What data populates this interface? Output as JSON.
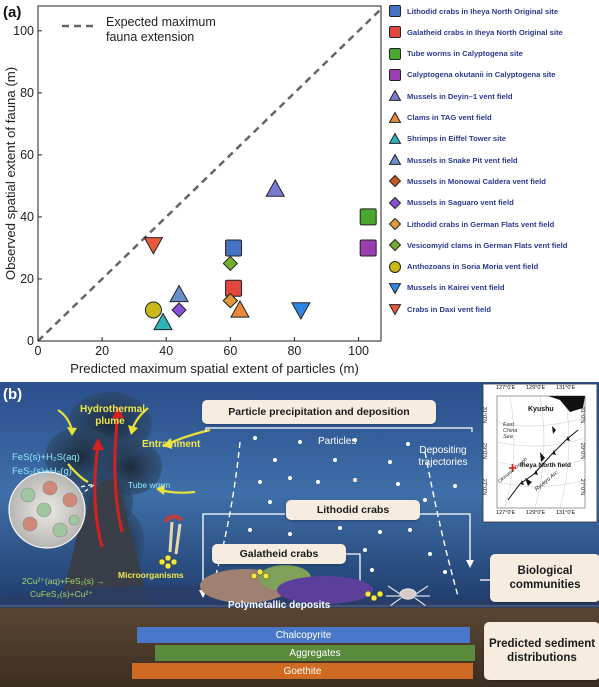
{
  "panel_a_label": "(a)",
  "panel_b_label": "(b)",
  "colors": {
    "lithodid_iheya": "#4472c4",
    "galatheid_iheya": "#e2463c",
    "tube_worms": "#4aa72d",
    "calyptogena": "#9b3eb0",
    "mussels_deyin": "#7a7ad0",
    "clams_tag": "#e8893a",
    "shrimps_eiffel": "#2bb3b5",
    "mussels_snake": "#6a8cc8",
    "mussels_monowai": "#c25b22",
    "mussels_saguaro": "#8a4fd8",
    "lithodid_german": "#e09a3a",
    "vesicomyid": "#72ad2e",
    "anthozoans": "#c8b818",
    "mussels_kairei": "#2f86e6",
    "crabs_daxi": "#e85a3a",
    "legend_text": "#2a3990",
    "dashed_line": "#666666"
  },
  "chart_data": {
    "type": "scatter",
    "xlabel": "Predicted maximum spatial extent of particles (m)",
    "ylabel": "Observed spatial extent of fauna (m)",
    "xlim": [
      0,
      107
    ],
    "ylim": [
      0,
      108
    ],
    "xticks": [
      0,
      20,
      40,
      60,
      80,
      100
    ],
    "yticks": [
      0,
      20,
      40,
      60,
      80,
      100
    ],
    "grid": false,
    "legend_position": "right",
    "reference_line": {
      "label": "Expected maximum fauna extension",
      "style": "dashed",
      "x": [
        0,
        107
      ],
      "y": [
        0,
        107
      ]
    },
    "series": [
      {
        "name": "Lithodid crabs in Iheya North Original site",
        "marker": "square",
        "color_key": "lithodid_iheya",
        "points": [
          [
            61,
            30
          ]
        ]
      },
      {
        "name": "Galatheid crabs in Iheya North Original site",
        "marker": "square",
        "color_key": "galatheid_iheya",
        "points": [
          [
            61,
            17
          ]
        ]
      },
      {
        "name": "Tube worms in Calyptogena site",
        "marker": "square",
        "color_key": "tube_worms",
        "points": [
          [
            103,
            40
          ]
        ]
      },
      {
        "name": "Calyptogena okutanii in Calyptogena site",
        "marker": "square",
        "color_key": "calyptogena",
        "points": [
          [
            103,
            30
          ]
        ]
      },
      {
        "name": "Mussels in Deyin–1 vent field",
        "marker": "triangle-up",
        "color_key": "mussels_deyin",
        "points": [
          [
            74,
            49
          ]
        ]
      },
      {
        "name": "Clams in TAG vent field",
        "marker": "triangle-up",
        "color_key": "clams_tag",
        "points": [
          [
            63,
            10
          ]
        ]
      },
      {
        "name": "Shrimps in Eiffel Tower site",
        "marker": "triangle-up",
        "color_key": "shrimps_eiffel",
        "points": [
          [
            39,
            6
          ]
        ]
      },
      {
        "name": "Mussels in Snake Pit vent field",
        "marker": "triangle-up",
        "color_key": "mussels_snake",
        "points": [
          [
            44,
            15
          ]
        ]
      },
      {
        "name": "Mussels in Monowai Caldera vent field",
        "marker": "diamond",
        "color_key": "mussels_monowai",
        "points": [
          [
            60,
            13
          ]
        ]
      },
      {
        "name": "Mussels in Saguaro vent field",
        "marker": "diamond",
        "color_key": "mussels_saguaro",
        "points": [
          [
            44,
            10
          ]
        ]
      },
      {
        "name": "Lithodid crabs in German Flats vent field",
        "marker": "diamond",
        "color_key": "lithodid_german",
        "points": [
          [
            60,
            13
          ]
        ]
      },
      {
        "name": "Vesicomyid clams in German Flats vent field",
        "marker": "diamond",
        "color_key": "vesicomyid",
        "points": [
          [
            60,
            25
          ]
        ]
      },
      {
        "name": "Anthozoans in Soria Moria vent field",
        "marker": "circle",
        "color_key": "anthozoans",
        "points": [
          [
            36,
            10
          ]
        ]
      },
      {
        "name": "Mussels in Kairei vent field",
        "marker": "triangle-down",
        "color_key": "mussels_kairei",
        "points": [
          [
            82,
            10
          ]
        ]
      },
      {
        "name": "Crabs in Daxi vent field",
        "marker": "triangle-down",
        "color_key": "crabs_daxi",
        "points": [
          [
            36,
            31
          ]
        ]
      }
    ]
  },
  "diagram": {
    "plume_label": "Hydrothermal plume",
    "eq1": "FeS(s)+H₂S(aq)",
    "eq2": "FeS₂(s)+H₂(g)",
    "entrainment": "Entrainment",
    "tube_worm": "Tube worm",
    "microorganisms": "Microorganisms",
    "eq3": "2Cu²⁺(aq)+FeS₂(s) →",
    "eq4": "CuFeS₂(s)+Cu²⁺",
    "precipitation_box": "Particle precipitation and deposition",
    "particles": "Particles",
    "trajectories": "Depositing trajectories",
    "lithodid_box": "Lithodid crabs",
    "galatheid_box": "Galatheid crabs",
    "deposits": "Polymetallic deposits",
    "bio_box": "Biological communities",
    "sediment_box": "Predicted sediment distributions",
    "bars": [
      {
        "label": "Chalcopyrite",
        "color": "#4a78c8"
      },
      {
        "label": "Aggregates",
        "color": "#5a8a3c"
      },
      {
        "label": "Goethite",
        "color": "#cf6a22"
      }
    ]
  },
  "map": {
    "top_ticks": [
      "127°0'E",
      "129°0'E",
      "131°0'E"
    ],
    "bottom_ticks": [
      "127°0'E",
      "129°0'E",
      "131°0'E"
    ],
    "left_ticks": [
      "31°0'N",
      "29°0'N",
      "27°0'N"
    ],
    "right_ticks": [
      "31°0'N",
      "29°0'N",
      "27°0'N"
    ],
    "kyushu": "Kyushu",
    "sea": "East China Sea",
    "iheya": "Iheya North field",
    "okinawa_trough": "Okinawa Trough",
    "ryukyu_arc": "Ryukyu Arc"
  }
}
